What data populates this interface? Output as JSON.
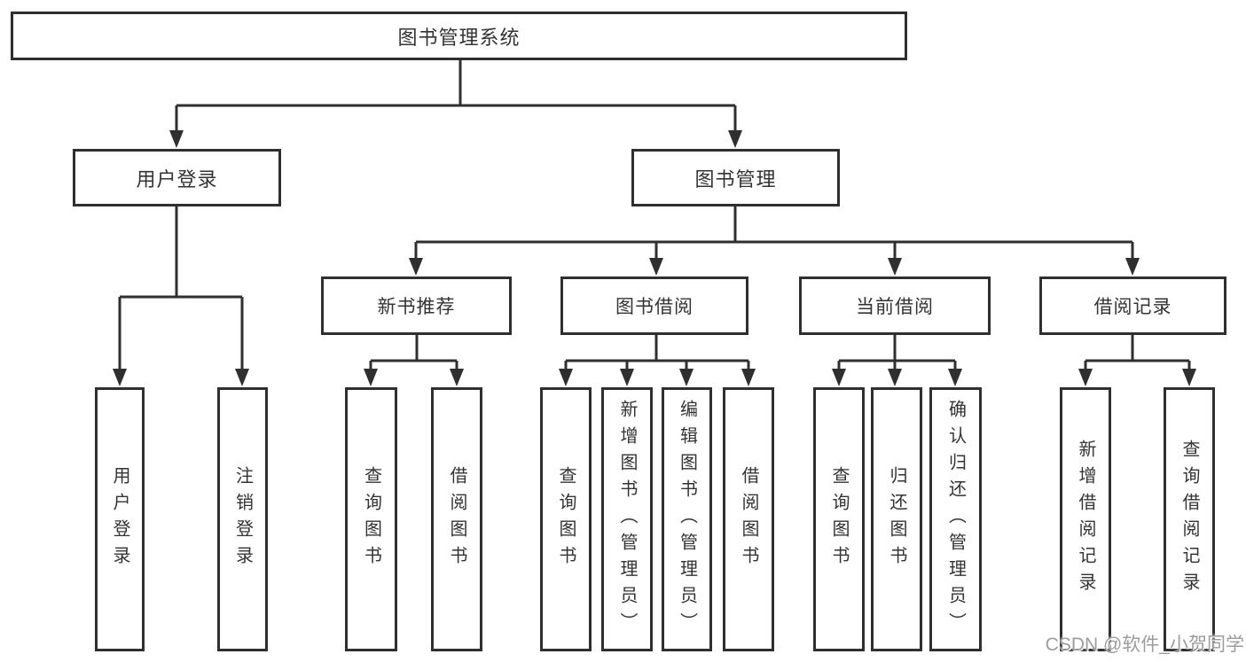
{
  "diagram": {
    "colors": {
      "line": "#2f2f2f",
      "box_border": "#2f2f2f",
      "box_background": "#ffffff",
      "text": "#333333",
      "watermark_text": "#9c9c9c"
    },
    "nodes": {
      "root": {
        "label": "图书管理系统"
      },
      "user_login": {
        "label": "用户登录"
      },
      "book_management": {
        "label": "图书管理"
      },
      "new_book_recommend": {
        "label": "新书推荐"
      },
      "book_borrowing": {
        "label": "图书借阅"
      },
      "current_borrowing": {
        "label": "当前借阅"
      },
      "borrowing_records": {
        "label": "借阅记录"
      },
      "leaf_user_login": {
        "label": "用户登录"
      },
      "leaf_logout": {
        "label": "注销登录"
      },
      "leaf_rec_query_books": {
        "label": "查询图书"
      },
      "leaf_rec_borrow_books": {
        "label": "借阅图书"
      },
      "leaf_bb_query_books": {
        "label": "查询图书"
      },
      "leaf_bb_add_books": {
        "label": "新增图书（管理员）"
      },
      "leaf_bb_edit_books": {
        "label": "编辑图书（管理员）"
      },
      "leaf_bb_borrow_books": {
        "label": "借阅图书"
      },
      "leaf_cb_query_books": {
        "label": "查询图书"
      },
      "leaf_cb_return_books": {
        "label": "归还图书"
      },
      "leaf_cb_confirm_return": {
        "label": "确认归还（管理员）"
      },
      "leaf_br_add_record": {
        "label": "新增借阅记录"
      },
      "leaf_br_query_record": {
        "label": "查询借阅记录"
      }
    },
    "watermark": "CSDN @软件_小贺同学"
  }
}
